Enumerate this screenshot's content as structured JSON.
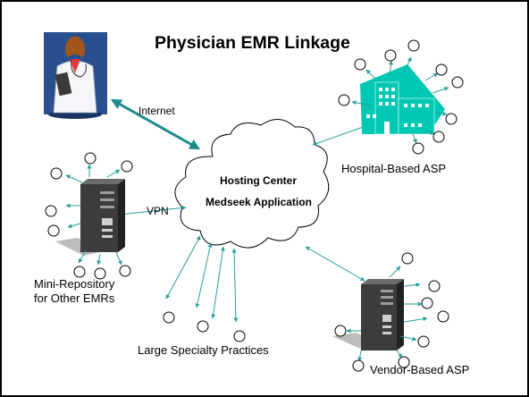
{
  "title": "Physician EMR Linkage",
  "nodes": {
    "hosting_center": "Hosting Center",
    "medseek": "Medseek Application",
    "internet": "Internet",
    "vpn": "VPN",
    "hospital": "Hospital-Based ASP",
    "mini_repo_line1": "Mini-Repository",
    "mini_repo_line2": "for Other EMRs",
    "specialty": "Large Specialty Practices",
    "vendor": "Vendor-Based ASP"
  },
  "colors": {
    "connector": "#2a9e9e",
    "hospital": "#00c8b4",
    "frame": "#000000"
  },
  "icons": [
    "physician-clipart",
    "hospital-building",
    "server-tower",
    "cloud"
  ]
}
